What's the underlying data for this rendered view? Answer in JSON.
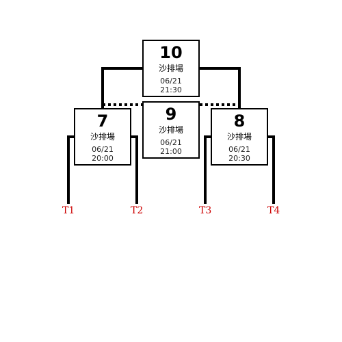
{
  "colors": {
    "line": "#000000",
    "team_label": "#cc0000"
  },
  "matches": {
    "m10": {
      "number": "10",
      "venue": "沙排場",
      "date": "06/21",
      "time": "21:30"
    },
    "m9": {
      "number": "9",
      "venue": "沙排場",
      "date": "06/21",
      "time": "21:00"
    },
    "m7": {
      "number": "7",
      "venue": "沙排場",
      "date": "06/21",
      "time": "20:00"
    },
    "m8": {
      "number": "8",
      "venue": "沙排場",
      "date": "06/21",
      "time": "20:30"
    }
  },
  "teams": {
    "t1": "T1",
    "t2": "T2",
    "t3": "T3",
    "t4": "T4"
  }
}
